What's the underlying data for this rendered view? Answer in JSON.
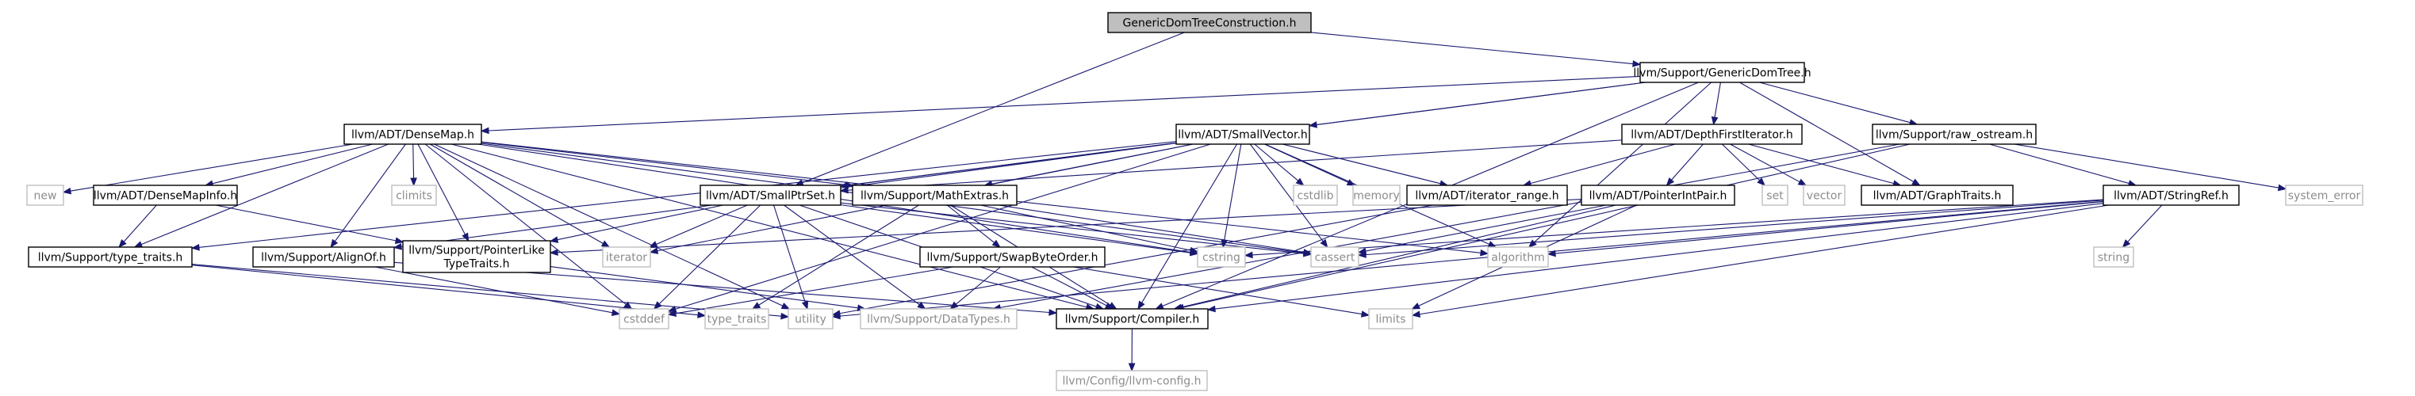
{
  "graph": {
    "nodes": [
      {
        "id": "gdtc",
        "label": "GenericDomTreeConstruction.h",
        "kind": "root"
      },
      {
        "id": "gdt",
        "label": "llvm/Support/GenericDomTree.h",
        "kind": "header"
      },
      {
        "id": "densemap",
        "label": "llvm/ADT/DenseMap.h",
        "kind": "header"
      },
      {
        "id": "smallvector",
        "label": "llvm/ADT/SmallVector.h",
        "kind": "header"
      },
      {
        "id": "dfi",
        "label": "llvm/ADT/DepthFirstIterator.h",
        "kind": "header"
      },
      {
        "id": "rawostream",
        "label": "llvm/Support/raw_ostream.h",
        "kind": "header"
      },
      {
        "id": "new",
        "label": "new",
        "kind": "system"
      },
      {
        "id": "densemapinfo",
        "label": "llvm/ADT/DenseMapInfo.h",
        "kind": "header"
      },
      {
        "id": "climits",
        "label": "climits",
        "kind": "system"
      },
      {
        "id": "cstdlib",
        "label": "cstdlib",
        "kind": "system"
      },
      {
        "id": "memory",
        "label": "memory",
        "kind": "system"
      },
      {
        "id": "smallptrset",
        "label": "llvm/ADT/SmallPtrSet.h",
        "kind": "header"
      },
      {
        "id": "mathextras",
        "label": "llvm/Support/MathExtras.h",
        "kind": "header"
      },
      {
        "id": "iterrange",
        "label": "llvm/ADT/iterator_range.h",
        "kind": "header"
      },
      {
        "id": "ptrintpair",
        "label": "llvm/ADT/PointerIntPair.h",
        "kind": "header"
      },
      {
        "id": "set",
        "label": "set",
        "kind": "system"
      },
      {
        "id": "vector",
        "label": "vector",
        "kind": "system"
      },
      {
        "id": "graphtraits",
        "label": "llvm/ADT/GraphTraits.h",
        "kind": "header"
      },
      {
        "id": "stringref",
        "label": "llvm/ADT/StringRef.h",
        "kind": "header"
      },
      {
        "id": "syserror",
        "label": "system_error",
        "kind": "system"
      },
      {
        "id": "typetraits",
        "label": "llvm/Support/type_traits.h",
        "kind": "header"
      },
      {
        "id": "alignof",
        "label": "llvm/Support/AlignOf.h",
        "kind": "header"
      },
      {
        "id": "ptrliketraits",
        "label": [
          "llvm/Support/PointerLike",
          "TypeTraits.h"
        ],
        "kind": "header"
      },
      {
        "id": "iterator",
        "label": "iterator",
        "kind": "system"
      },
      {
        "id": "swapbyteorder",
        "label": "llvm/Support/SwapByteOrder.h",
        "kind": "header"
      },
      {
        "id": "cstring",
        "label": "cstring",
        "kind": "system"
      },
      {
        "id": "cassert",
        "label": "cassert",
        "kind": "system"
      },
      {
        "id": "algorithm",
        "label": "algorithm",
        "kind": "system"
      },
      {
        "id": "string",
        "label": "string",
        "kind": "system"
      },
      {
        "id": "cstddef",
        "label": "cstddef",
        "kind": "system"
      },
      {
        "id": "stdtypetraits",
        "label": "type_traits",
        "kind": "system"
      },
      {
        "id": "utility",
        "label": "utility",
        "kind": "system"
      },
      {
        "id": "datatypes",
        "label": "llvm/Support/DataTypes.h",
        "kind": "system"
      },
      {
        "id": "compiler",
        "label": "llvm/Support/Compiler.h",
        "kind": "header"
      },
      {
        "id": "limits",
        "label": "limits",
        "kind": "system"
      },
      {
        "id": "llvmconfig",
        "label": "llvm/Config/llvm-config.h",
        "kind": "system"
      }
    ],
    "edges": [
      [
        "gdtc",
        "gdt"
      ],
      [
        "gdtc",
        "smallptrset"
      ],
      [
        "gdt",
        "densemap"
      ],
      [
        "gdt",
        "smallvector"
      ],
      [
        "gdt",
        "dfi"
      ],
      [
        "gdt",
        "rawostream"
      ],
      [
        "gdt",
        "graphtraits"
      ],
      [
        "gdt",
        "smallptrset"
      ],
      [
        "gdt",
        "compiler"
      ],
      [
        "gdt",
        "algorithm"
      ],
      [
        "densemap",
        "new"
      ],
      [
        "densemap",
        "densemapinfo"
      ],
      [
        "densemap",
        "climits"
      ],
      [
        "densemap",
        "typetraits"
      ],
      [
        "densemap",
        "alignof"
      ],
      [
        "densemap",
        "ptrliketraits"
      ],
      [
        "densemap",
        "iterator"
      ],
      [
        "densemap",
        "mathextras"
      ],
      [
        "densemap",
        "cstring"
      ],
      [
        "densemap",
        "cassert"
      ],
      [
        "densemap",
        "algorithm"
      ],
      [
        "densemap",
        "cstddef"
      ],
      [
        "densemap",
        "utility"
      ],
      [
        "densemap",
        "compiler"
      ],
      [
        "smallvector",
        "cstdlib"
      ],
      [
        "smallvector",
        "memory"
      ],
      [
        "smallvector",
        "smallptrset"
      ],
      [
        "smallvector",
        "mathextras"
      ],
      [
        "smallvector",
        "iterrange"
      ],
      [
        "smallvector",
        "typetraits"
      ],
      [
        "smallvector",
        "alignof"
      ],
      [
        "smallvector",
        "iterator"
      ],
      [
        "smallvector",
        "cstring"
      ],
      [
        "smallvector",
        "cassert"
      ],
      [
        "smallvector",
        "algorithm"
      ],
      [
        "smallvector",
        "cstddef"
      ],
      [
        "smallvector",
        "compiler"
      ],
      [
        "dfi",
        "set"
      ],
      [
        "dfi",
        "vector"
      ],
      [
        "dfi",
        "graphtraits"
      ],
      [
        "dfi",
        "iterrange"
      ],
      [
        "dfi",
        "ptrintpair"
      ],
      [
        "dfi",
        "smallptrset"
      ],
      [
        "rawostream",
        "stringref"
      ],
      [
        "rawostream",
        "syserror"
      ],
      [
        "rawostream",
        "compiler"
      ],
      [
        "rawostream",
        "datatypes"
      ],
      [
        "densemapinfo",
        "typetraits"
      ],
      [
        "densemapinfo",
        "ptrliketraits"
      ],
      [
        "smallptrset",
        "ptrliketraits"
      ],
      [
        "smallptrset",
        "iterator"
      ],
      [
        "smallptrset",
        "cstring"
      ],
      [
        "smallptrset",
        "cassert"
      ],
      [
        "smallptrset",
        "cstddef"
      ],
      [
        "smallptrset",
        "utility"
      ],
      [
        "smallptrset",
        "datatypes"
      ],
      [
        "smallptrset",
        "compiler"
      ],
      [
        "mathextras",
        "swapbyteorder"
      ],
      [
        "mathextras",
        "cstring"
      ],
      [
        "mathextras",
        "cassert"
      ],
      [
        "mathextras",
        "stdtypetraits"
      ],
      [
        "mathextras",
        "compiler"
      ],
      [
        "iterrange",
        "utility"
      ],
      [
        "ptrintpair",
        "ptrliketraits"
      ],
      [
        "ptrintpair",
        "cassert"
      ],
      [
        "ptrintpair",
        "limits"
      ],
      [
        "ptrintpair",
        "compiler"
      ],
      [
        "stringref",
        "algorithm"
      ],
      [
        "stringref",
        "cassert"
      ],
      [
        "stringref",
        "cstring"
      ],
      [
        "stringref",
        "limits"
      ],
      [
        "stringref",
        "string"
      ],
      [
        "stringref",
        "utility"
      ],
      [
        "stringref",
        "compiler"
      ],
      [
        "typetraits",
        "utility"
      ],
      [
        "typetraits",
        "stdtypetraits"
      ],
      [
        "alignof",
        "cstddef"
      ],
      [
        "alignof",
        "compiler"
      ],
      [
        "ptrliketraits",
        "datatypes"
      ],
      [
        "swapbyteorder",
        "compiler"
      ],
      [
        "swapbyteorder",
        "datatypes"
      ],
      [
        "swapbyteorder",
        "cstddef"
      ],
      [
        "swapbyteorder",
        "limits"
      ],
      [
        "compiler",
        "llvmconfig"
      ]
    ]
  }
}
